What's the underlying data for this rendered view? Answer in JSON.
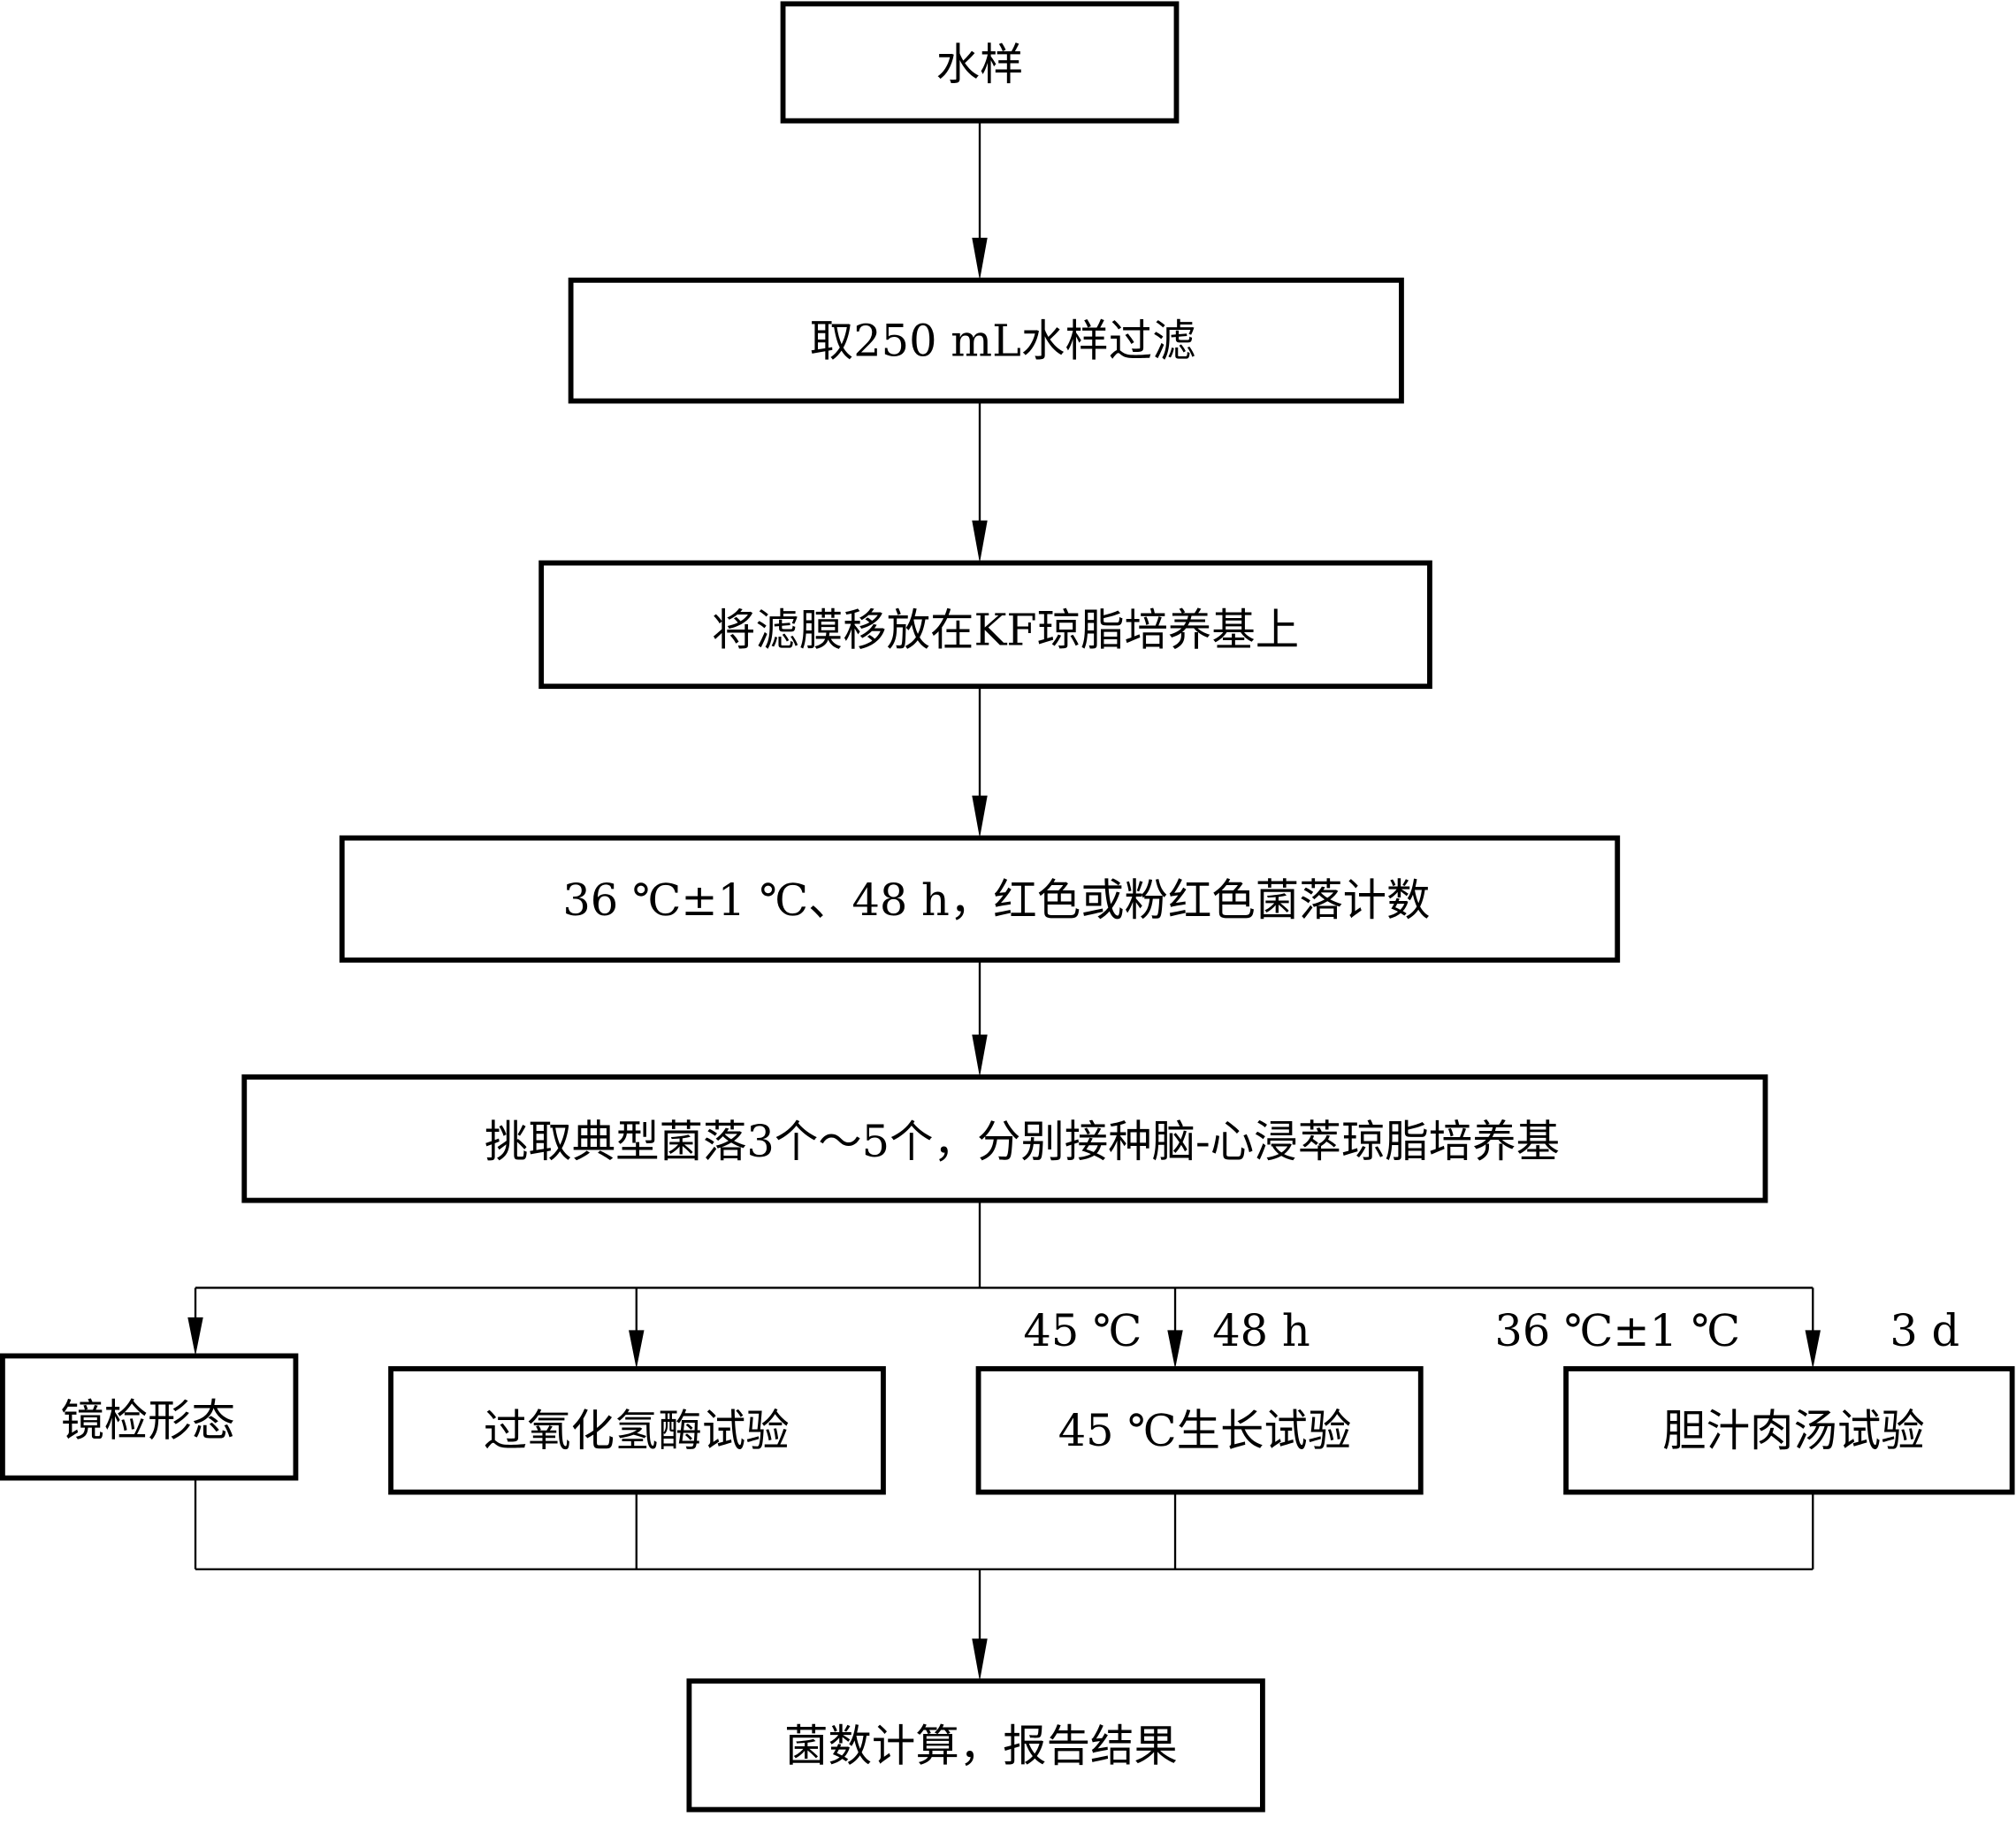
{
  "steps": {
    "s1": "水样",
    "s2": "取250 mL水样过滤",
    "s3": "将滤膜移放在KF琼脂培养基上",
    "s4": "36 ℃±1 ℃、48 h，红色或粉红色菌落计数",
    "s5": "挑取典型菌落3个～5个，分别接种脑-心浸萃琼脂培养基",
    "s6": "菌数计算，报告结果"
  },
  "tests": [
    {
      "label": "镜检形态"
    },
    {
      "label": "过氧化氢酶试验"
    },
    {
      "label": "45 ℃生长试验",
      "cond_left": "45 ℃",
      "cond_right": "48 h"
    },
    {
      "label": "胆汁肉汤试验",
      "cond_left": "36 ℃±1 ℃",
      "cond_right": "3 d"
    }
  ]
}
